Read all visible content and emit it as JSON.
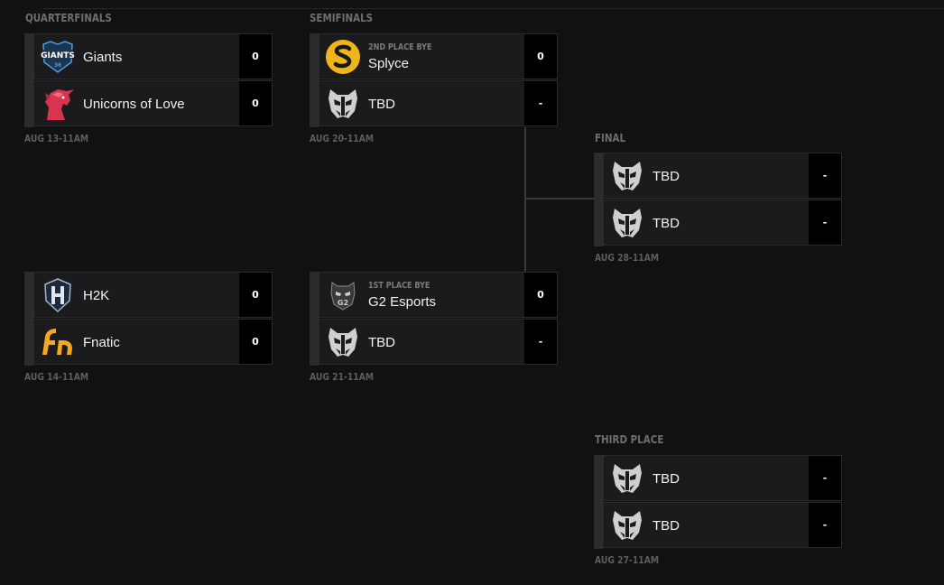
{
  "rounds": {
    "quarterfinals": "QUARTERFINALS",
    "semifinals": "SEMIFINALS",
    "final": "FINAL",
    "third_place": "THIRD PLACE"
  },
  "matches": {
    "qf1": {
      "date": "AUG 13-11AM",
      "team1": {
        "name": "Giants",
        "score": "0",
        "logo": "giants-logo"
      },
      "team2": {
        "name": "Unicorns of Love",
        "score": "0",
        "logo": "unicorns-of-love-logo"
      }
    },
    "qf2": {
      "date": "AUG 14-11AM",
      "team1": {
        "name": "H2K",
        "score": "0",
        "logo": "h2k-logo"
      },
      "team2": {
        "name": "Fnatic",
        "score": "0",
        "logo": "fnatic-logo"
      }
    },
    "sf1": {
      "date": "AUG 20-11AM",
      "team1": {
        "bye": "2ND PLACE BYE",
        "name": "Splyce",
        "score": "0",
        "logo": "splyce-logo"
      },
      "team2": {
        "name": "TBD",
        "score": "-",
        "logo": "tbd-logo"
      }
    },
    "sf2": {
      "date": "AUG 21-11AM",
      "team1": {
        "bye": "1ST PLACE BYE",
        "name": "G2 Esports",
        "score": "0",
        "logo": "g2-esports-logo"
      },
      "team2": {
        "name": "TBD",
        "score": "-",
        "logo": "tbd-logo"
      }
    },
    "final": {
      "date": "AUG 28-11AM",
      "team1": {
        "name": "TBD",
        "score": "-",
        "logo": "tbd-logo"
      },
      "team2": {
        "name": "TBD",
        "score": "-",
        "logo": "tbd-logo"
      }
    },
    "third": {
      "date": "AUG 27-11AM",
      "team1": {
        "name": "TBD",
        "score": "-",
        "logo": "tbd-logo"
      },
      "team2": {
        "name": "TBD",
        "score": "-",
        "logo": "tbd-logo"
      }
    }
  },
  "colors": {
    "background": "#111112",
    "row_background": "#1b1b1d",
    "score_box": "#000000",
    "muted_text": "#6e6e70",
    "splyce_yellow": "#f1b51c",
    "fnatic_orange": "#f5a623",
    "unicorns_pink": "#d8344f",
    "giants_blue": "#4a9fd6"
  }
}
